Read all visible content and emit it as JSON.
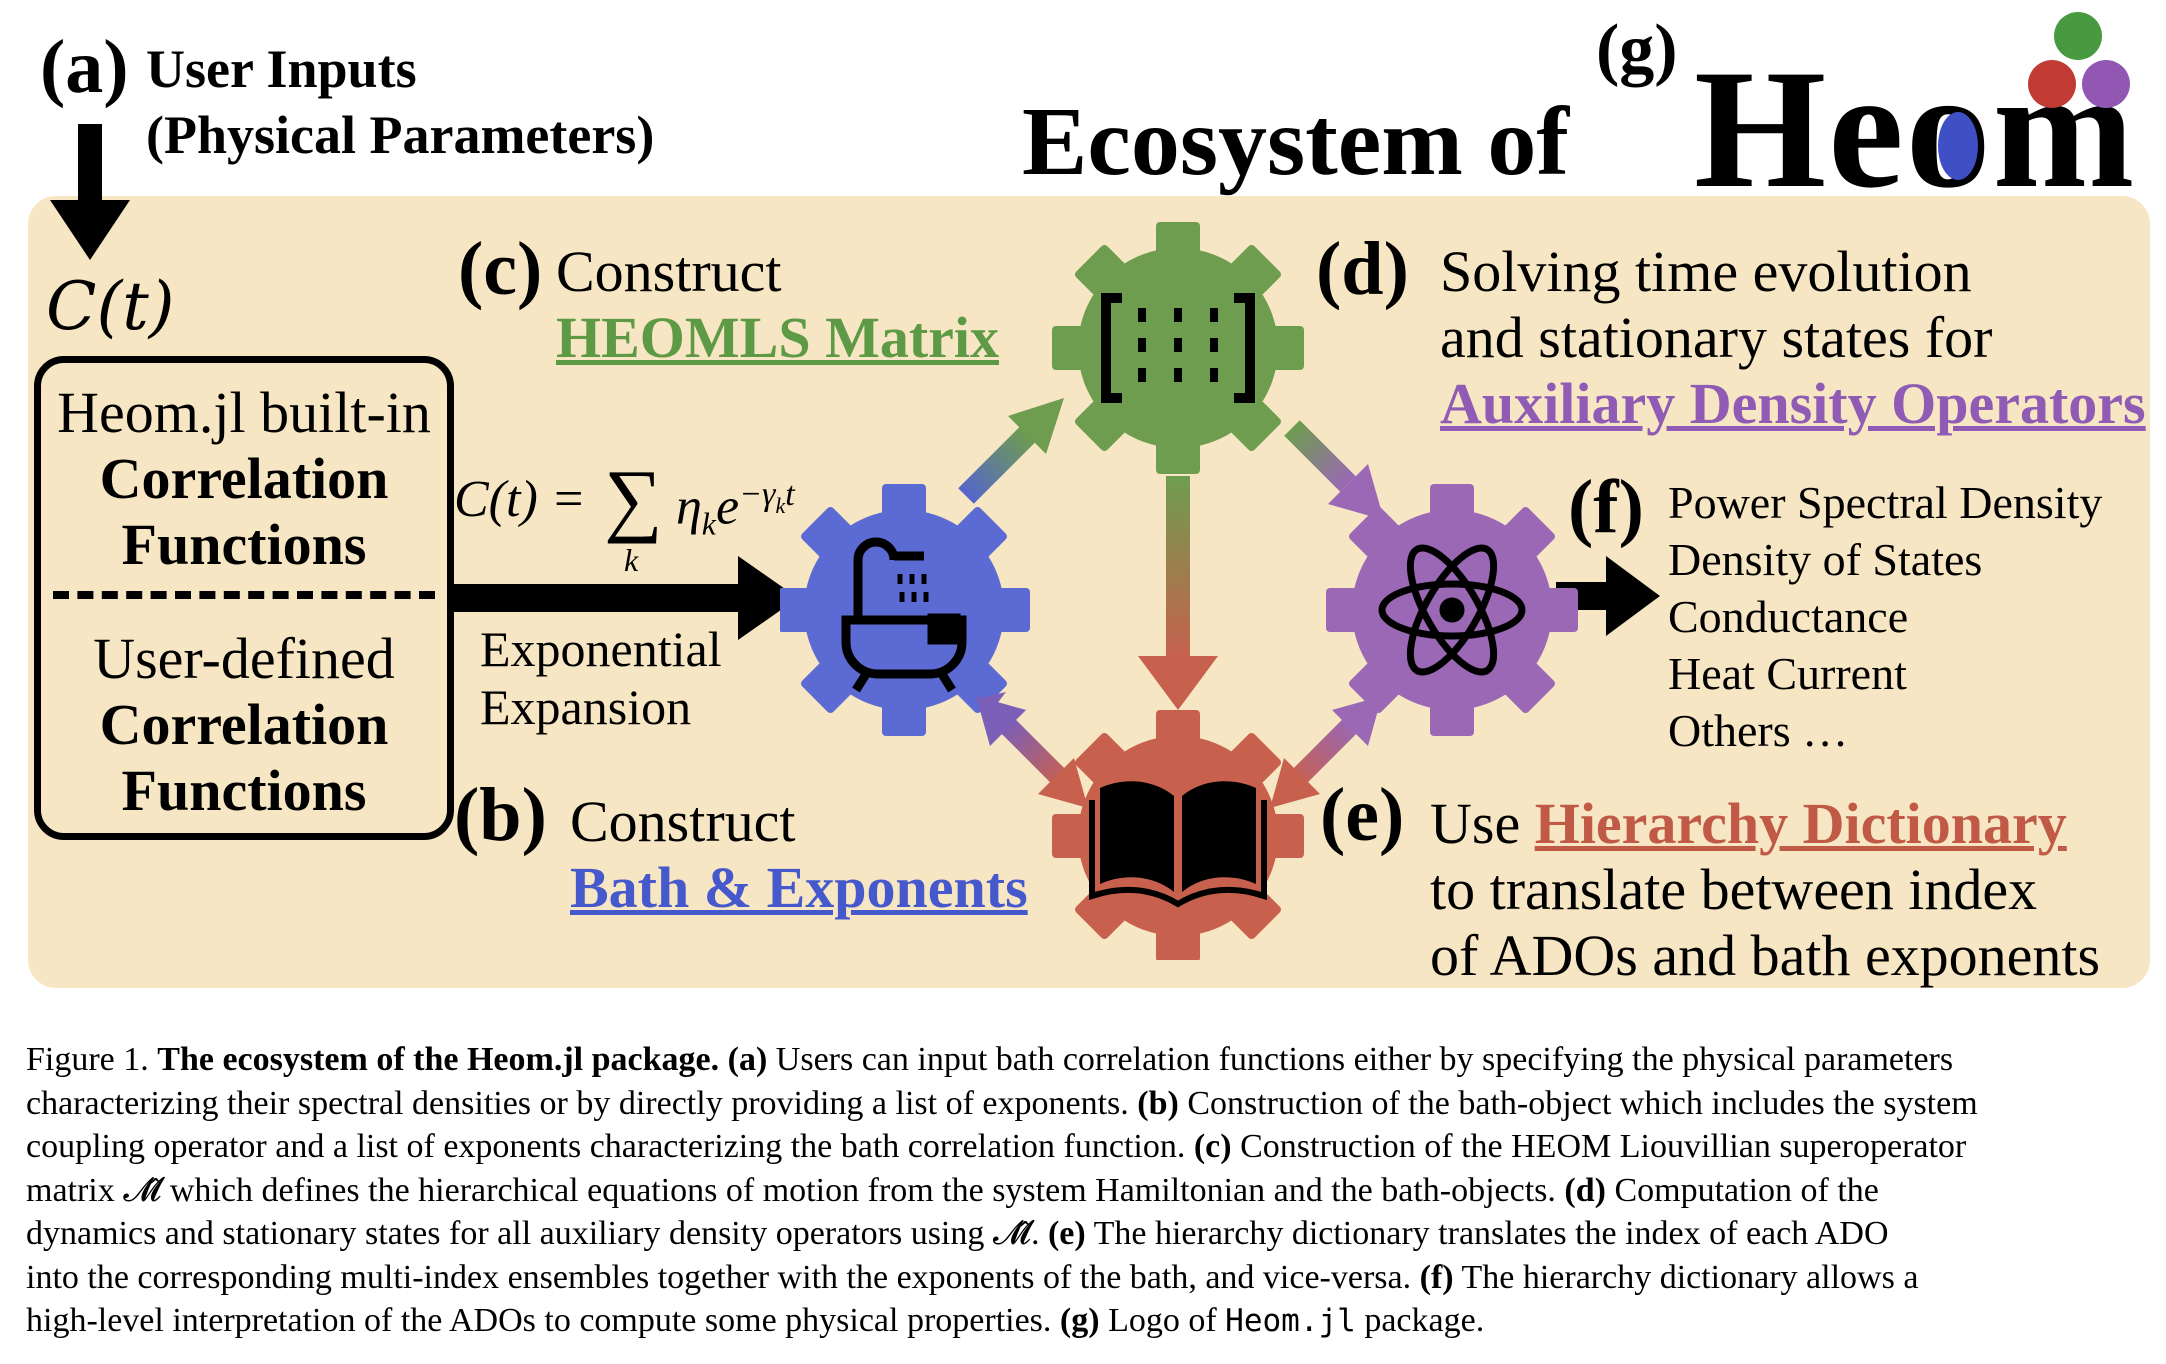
{
  "panel_a": {
    "label": "(a)",
    "title_line1": "User Inputs",
    "title_line2": "(Physical Parameters)",
    "ct": "C(t)"
  },
  "box": {
    "builtin_line1": "Heom.jl built-in",
    "builtin_line2": "Correlation",
    "builtin_line3": "Functions",
    "user_line1": "User-defined",
    "user_line2": "Correlation",
    "user_line3": "Functions"
  },
  "equation": {
    "lhs": "C(t) = ",
    "sum": "∑",
    "sub": "k",
    "term": "η",
    "term_sub": "k",
    "e": "e",
    "exp": "−γ",
    "exp_sub": "k",
    "exp_t": "t"
  },
  "expansion": {
    "line1": "Exponential",
    "line2": "Expansion"
  },
  "panel_b": {
    "label": "(b)",
    "text": "Construct",
    "link": "Bath & Exponents"
  },
  "panel_c": {
    "label": "(c)",
    "text": "Construct",
    "link": "HEOMLS Matrix"
  },
  "panel_d": {
    "label": "(d)",
    "line1": "Solving time evolution",
    "line2": "and stationary states for",
    "link": "Auxiliary Density Operators"
  },
  "panel_e": {
    "label": "(e)",
    "pre": "Use ",
    "link": "Hierarchy Dictionary",
    "line2": "to translate between index",
    "line3": "of ADOs and bath exponents"
  },
  "panel_f": {
    "label": "(f)",
    "items": [
      "Power Spectral Density",
      "Density of States",
      "Conductance",
      "Heat Current",
      "Others …"
    ]
  },
  "panel_g": {
    "label": "(g)",
    "title": "Ecosystem of",
    "logo_text": "Heom"
  },
  "icons": {
    "bath": "bathtub-shower-icon",
    "matrix": "matrix-bracket-icon",
    "atom": "atom-icon",
    "book": "open-book-icon"
  },
  "colors": {
    "panel_bg": "#f7e6c3",
    "green": "#6e9d4f",
    "blue": "#5b6bd3",
    "purple": "#9a68b4",
    "red": "#c8604e",
    "logo_green": "#479a3f",
    "logo_red": "#c13b34",
    "logo_purple": "#9257b3",
    "logo_blue": "#3f4fc6"
  },
  "caption": {
    "lines": [
      [
        {
          "t": "Figure 1.   ",
          "b": false
        },
        {
          "t": "The ecosystem of the Heom.jl package.",
          "b": true
        },
        {
          "t": " ",
          "b": false
        },
        {
          "t": "(a)",
          "b": true
        },
        {
          "t": " Users can input bath correlation functions either by specifying the physical parameters",
          "b": false
        }
      ],
      [
        {
          "t": "characterizing their spectral densities or by directly providing a list of exponents. ",
          "b": false
        },
        {
          "t": "(b)",
          "b": true
        },
        {
          "t": " Construction of the bath-object which includes the system",
          "b": false
        }
      ],
      [
        {
          "t": "coupling operator and a list of exponents characterizing the bath correlation function. ",
          "b": false
        },
        {
          "t": "(c)",
          "b": true
        },
        {
          "t": " Construction of the HEOM Liouvillian superoperator",
          "b": false
        }
      ],
      [
        {
          "t": "matrix ",
          "b": false
        },
        {
          "t": "𝓜̂",
          "b": false
        },
        {
          "t": " which defines the hierarchical equations of motion from the system Hamiltonian and the bath-objects.  ",
          "b": false
        },
        {
          "t": "(d)",
          "b": true
        },
        {
          "t": " Computation of the",
          "b": false
        }
      ],
      [
        {
          "t": "dynamics and stationary states for all auxiliary density operators using ",
          "b": false
        },
        {
          "t": "𝓜̂",
          "b": false
        },
        {
          "t": ".  ",
          "b": false
        },
        {
          "t": "(e)",
          "b": true
        },
        {
          "t": " The hierarchy dictionary translates the index of each ADO",
          "b": false
        }
      ],
      [
        {
          "t": "into the corresponding multi-index ensembles together with the exponents of the bath, and vice-versa.  ",
          "b": false
        },
        {
          "t": "(f)",
          "b": true
        },
        {
          "t": " The hierarchy dictionary allows a",
          "b": false
        }
      ],
      [
        {
          "t": "high-level interpretation of the ADOs to compute some physical properties. ",
          "b": false
        },
        {
          "t": "(g)",
          "b": true
        },
        {
          "t": " Logo of ",
          "b": false
        },
        {
          "t": "Heom.jl",
          "b": false,
          "m": true
        },
        {
          "t": " package.",
          "b": false
        }
      ]
    ]
  }
}
